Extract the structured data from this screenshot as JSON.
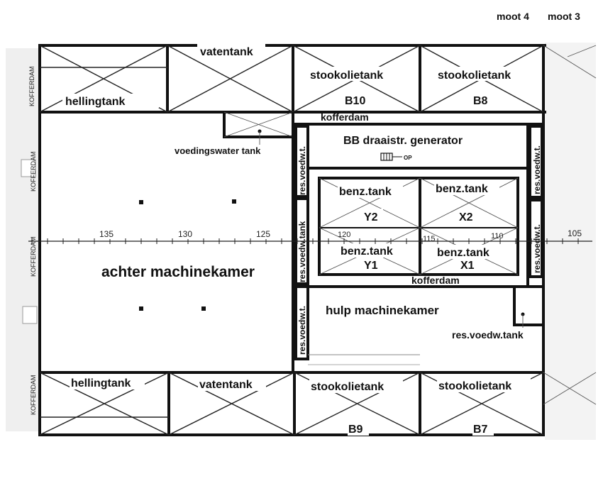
{
  "header": {
    "moot_4": "moot 4",
    "moot_3": "moot 3"
  },
  "top_row": {
    "hellingtank": "hellingtank",
    "vatentank": "vatentank",
    "stookolietank_b10": "stookolietank",
    "code_b10": "B10",
    "stookolietank_b8": "stookolietank",
    "code_b8": "B8"
  },
  "middle": {
    "kofferdam_top": "kofferdam",
    "voedingswater_tank": "voedingswater tank",
    "generator": "BB draaistr. generator",
    "op_label": "OP",
    "res_voedw_t_left_upper": "res.voedw.t.",
    "res_voedw_tank_left_mid": "res.voedw.tank",
    "res_voedw_t_left_lower": "res.voedw.t.",
    "res_voedw_t_right_upper": "res.voedw.t.",
    "res_voedw_t_right_lower": "res.voedw.t.",
    "benz_y2": "benz.tank",
    "code_y2": "Y2",
    "benz_x2": "benz.tank",
    "code_x2": "X2",
    "benz_y1": "benz.tank",
    "code_y1": "Y1",
    "benz_x1": "benz.tank",
    "code_x1": "X1",
    "kofferdam_mid": "kofferdam",
    "achter_machinekamer": "achter machinekamer",
    "hulp_machinekamer": "hulp machinekamer",
    "res_voedw_tank_right": "res.voedw.tank"
  },
  "frame_ticks": [
    "135",
    "130",
    "125",
    "120",
    "115",
    "110",
    "105"
  ],
  "left_edge_labels": [
    "KOFFERDAM",
    "KOFFERDAM",
    "KOFFERDAM",
    "KOFFERDAM"
  ],
  "bottom_row": {
    "hellingtank": "hellingtank",
    "vatentank": "vatentank",
    "stookolietank_b9": "stookolietank",
    "code_b9": "B9",
    "stookolietank_b7": "stookolietank",
    "code_b7": "B7"
  },
  "colors": {
    "ink": "#111111",
    "paper": "#ffffff",
    "shade": "#d9d9d9"
  }
}
